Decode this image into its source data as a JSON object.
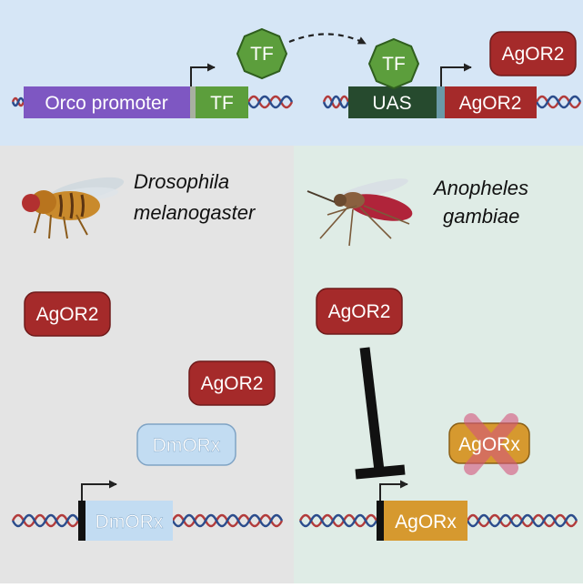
{
  "top_panel": {
    "driver": {
      "promoter_label": "Orco promoter",
      "gene_label": "TF"
    },
    "tf_protein_left": "TF",
    "tf_protein_right": "TF",
    "responder": {
      "uas_label": "UAS",
      "gene_label": "AgOR2"
    },
    "agor2_protein": "AgOR2"
  },
  "left_panel": {
    "species_line1": "Drosophila",
    "species_line2": "melanogaster",
    "protein_1": "AgOR2",
    "protein_2": "AgOR2",
    "protein_3": "DmORx",
    "gene_label": "DmORx"
  },
  "right_panel": {
    "species_line1": "Anopheles",
    "species_line2": "gambiae",
    "protein_1": "AgOR2",
    "protein_2": "AgORx",
    "gene_label": "AgORx"
  },
  "colors": {
    "top_bg": "#d6e6f6",
    "left_bg": "#e4e4e4",
    "right_bg": "#dfece6",
    "promoter_purple": "#7e57c2",
    "tf_green": "#5c9e3c",
    "uas_dark_green": "#264a2e",
    "agor2_red": "#a52a2a",
    "dmorx_blue": "#c2dcf2",
    "agorx_orange": "#d6992f",
    "inhibit_black": "#111111",
    "cross_pink": "#d4567c"
  }
}
